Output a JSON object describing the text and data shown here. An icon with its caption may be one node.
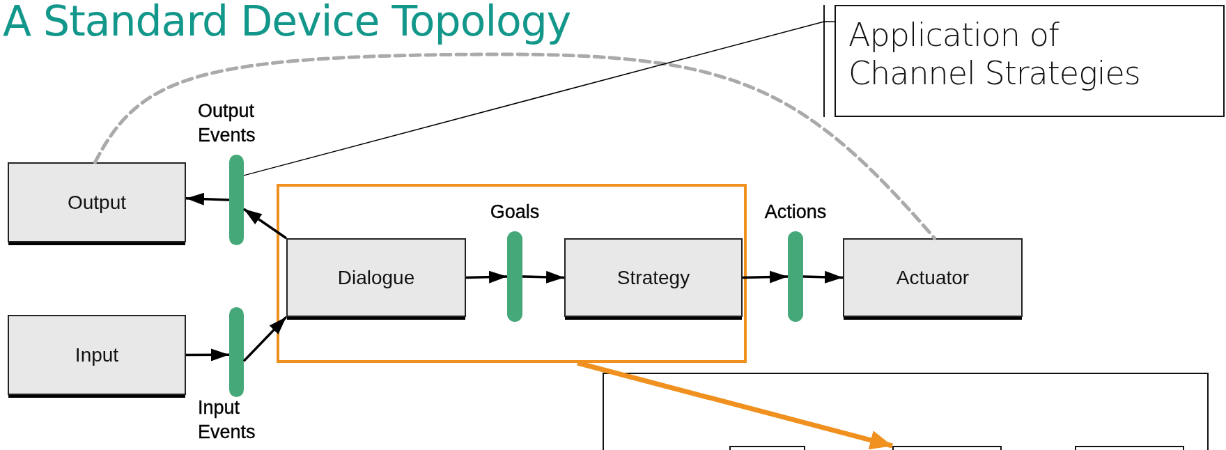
{
  "diagram": {
    "title": "A Standard Device Topology",
    "nodes": [
      {
        "text": [
          "Output"
        ]
      },
      {
        "text": [
          "Output Events"
        ]
      },
      {
        "text": [
          "Input"
        ]
      },
      {
        "text": [
          "Input Events"
        ]
      },
      {
        "text": [],
        "shape": "box"
      },
      {
        "text": [
          "Dialogue"
        ],
        "in": 4
      },
      {
        "text": [
          "Goals"
        ],
        "in": 4
      },
      {
        "text": [
          "Strategy"
        ],
        "in": 4
      },
      {
        "text": [
          "Actions"
        ]
      },
      {
        "text": [
          "Actuator"
        ]
      },
      {
        "text": [
          "Application of Channel Strategies"
        ]
      },
      {
        "text": [],
        "shape": "box"
      },
      {
        "text": [],
        "shape": "box",
        "in": 11
      },
      {
        "text": [],
        "shape": "box",
        "in": 11
      },
      {
        "text": [],
        "shape": "box",
        "in": 11
      }
    ],
    "edges": [
      {
        "from": 1,
        "to": 0,
        "arrow": "to"
      },
      {
        "from": 5,
        "to": 1,
        "arrow": "to"
      },
      {
        "from": 2,
        "to": 3,
        "arrow": "to"
      },
      {
        "from": 3,
        "to": 5,
        "arrow": "to"
      },
      {
        "from": 5,
        "to": 6,
        "arrow": "to"
      },
      {
        "from": 6,
        "to": 7,
        "arrow": "to"
      },
      {
        "from": 7,
        "to": 8,
        "arrow": "to"
      },
      {
        "from": 8,
        "to": 9,
        "arrow": "to"
      },
      {
        "from": 0,
        "to": 9,
        "arrow": "none",
        "style": "dashed",
        "color": "#aaaaaa"
      },
      {
        "from": 10,
        "to": 1,
        "arrow": "none"
      },
      {
        "from": 4,
        "to": 13,
        "arrow": "to",
        "style": "thick",
        "color": "#f0901e"
      }
    ]
  }
}
